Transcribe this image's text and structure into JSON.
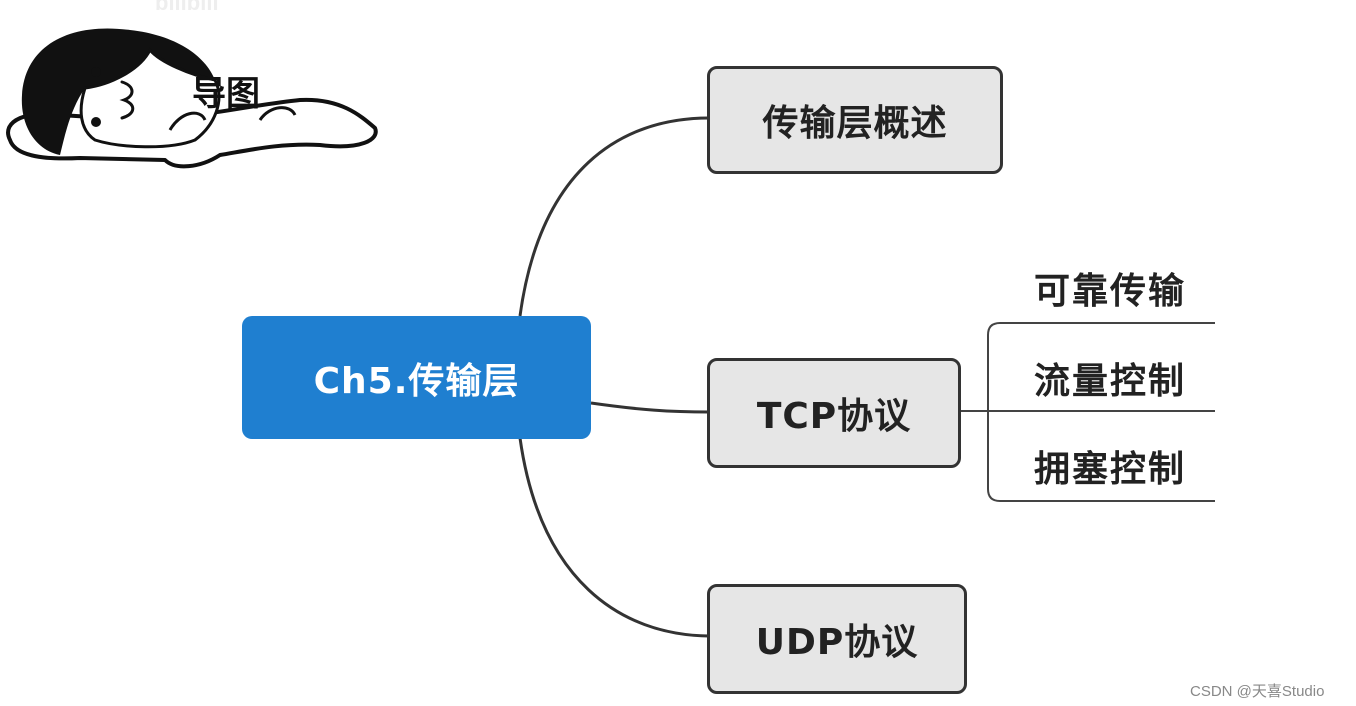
{
  "sticker": {
    "title": "导图"
  },
  "mindmap": {
    "root": "Ch5.传输层",
    "children": [
      {
        "label": "传输层概述",
        "subitems": []
      },
      {
        "label": "TCP协议",
        "subitems": [
          "可靠传输",
          "流量控制",
          "拥塞控制"
        ]
      },
      {
        "label": "UDP协议",
        "subitems": []
      }
    ]
  },
  "colors": {
    "root_fill": "#1f7fd0",
    "child_fill": "#e6e6e6",
    "line": "#333333"
  },
  "watermarks": {
    "bottom_right": "CSDN @天喜Studio",
    "top_left": "bilibili"
  }
}
